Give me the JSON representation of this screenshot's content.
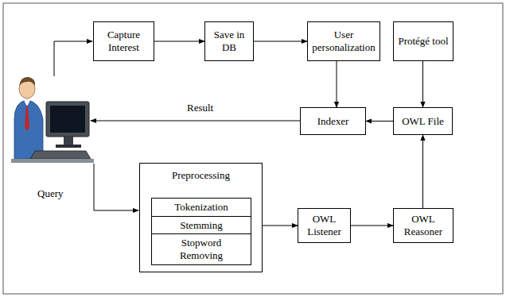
{
  "diagram": {
    "nodes": [
      {
        "text": [
          "Capture Interest"
        ]
      },
      {
        "text": [
          "Save in DB"
        ]
      },
      {
        "text": [
          "User personalization"
        ]
      },
      {
        "text": [
          "Protégé tool"
        ]
      },
      {
        "text": [
          "Indexer"
        ]
      },
      {
        "text": [
          "OWL File"
        ]
      },
      {
        "text": [
          "Preprocessing"
        ]
      },
      {
        "text": [
          "Tokenization"
        ],
        "in": 6
      },
      {
        "text": [
          "Stemming"
        ],
        "in": 6
      },
      {
        "text": [
          "Stopword Removing"
        ],
        "in": 6
      },
      {
        "text": [
          "OWL Listener"
        ]
      },
      {
        "text": [
          "OWL Reasoner"
        ]
      }
    ],
    "edges": [
      {
        "from": 0,
        "to": 1,
        "arrow": "to"
      },
      {
        "from": 1,
        "to": 2,
        "arrow": "to"
      },
      {
        "from": 2,
        "to": 4,
        "arrow": "to"
      },
      {
        "from": 3,
        "to": 5,
        "arrow": "to"
      },
      {
        "from": 5,
        "to": 4,
        "arrow": "to"
      },
      {
        "from": 6,
        "to": 10,
        "arrow": "to"
      },
      {
        "from": 10,
        "to": 11,
        "arrow": "to"
      },
      {
        "from": 11,
        "to": 5,
        "arrow": "to"
      }
    ],
    "labels": [
      "Result",
      "Query"
    ]
  }
}
